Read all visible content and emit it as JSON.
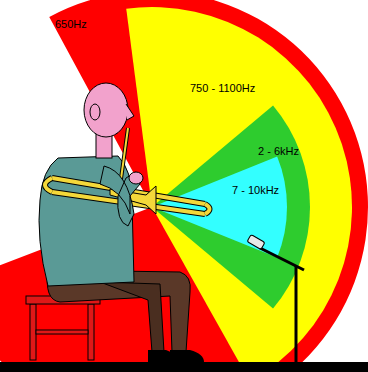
{
  "diagram": {
    "nodes": [
      {
        "text": [
          "650Hz"
        ]
      },
      {
        "text": [
          "750 - 1100Hz"
        ],
        "in": 0
      },
      {
        "text": [
          "2 - 6kHz"
        ],
        "in": 1
      },
      {
        "text": [
          "7 - 10kHz"
        ],
        "in": 2
      }
    ]
  }
}
